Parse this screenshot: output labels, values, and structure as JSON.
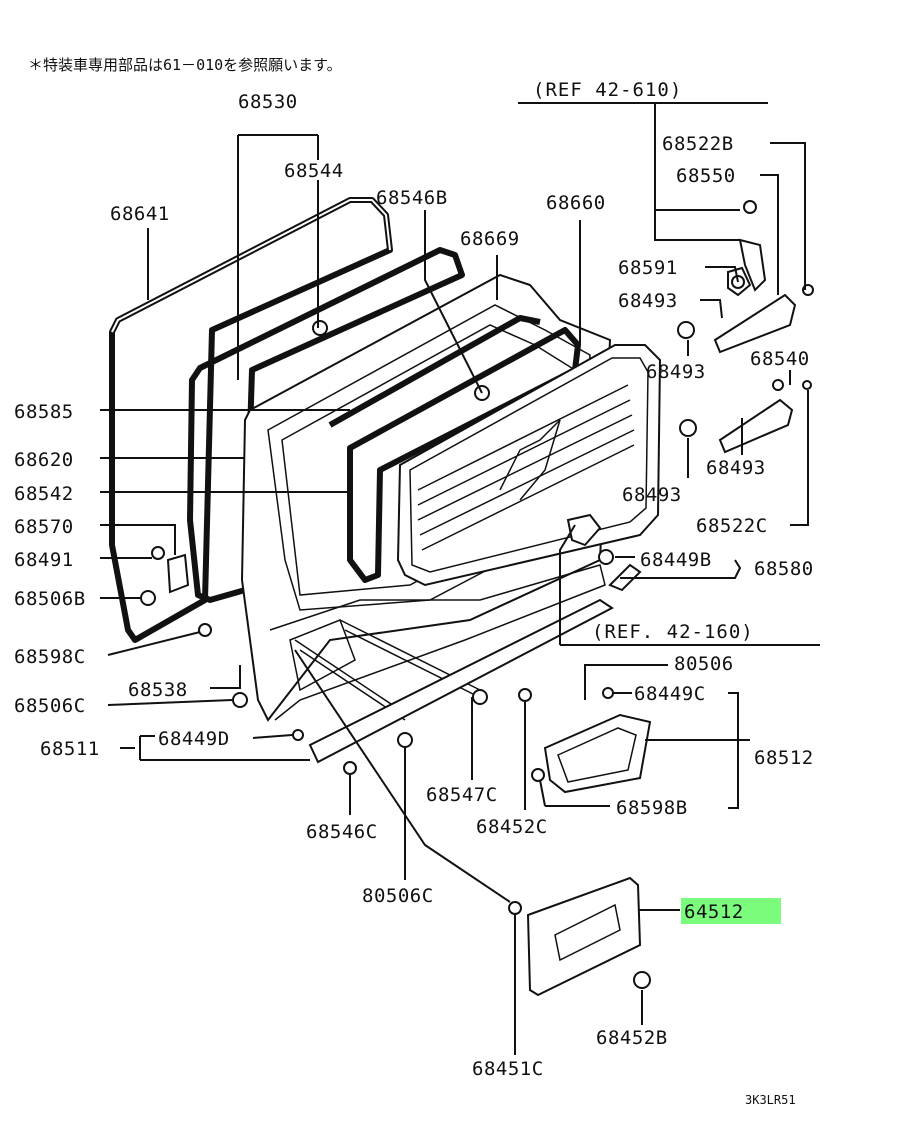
{
  "header_note": "＊特装車専用部品は61－010を参照願います。",
  "refs": {
    "top": "(REF  42-610)",
    "mid": "(REF.  42-160)"
  },
  "labels": {
    "p68530": "68530",
    "p68544": "68544",
    "p68641": "68641",
    "p68546B": "68546B",
    "p68660": "68660",
    "p68669": "68669",
    "p68585": "68585",
    "p68620": "68620",
    "p68542": "68542",
    "p68570": "68570",
    "p68491": "68491",
    "p68506B": "68506B",
    "p68598C": "68598C",
    "p68538": "68538",
    "p68506C": "68506C",
    "p68511": "68511",
    "p68449D": "68449D",
    "p68547C": "68547C",
    "p68546C": "68546C",
    "p68452C": "68452C",
    "p80506C": "80506C",
    "p68451C": "68451C",
    "p68522B": "68522B",
    "p68550": "68550",
    "p68591": "68591",
    "p68493a": "68493",
    "p68493b": "68493",
    "p68540": "68540",
    "p68493c": "68493",
    "p68493d": "68493",
    "p68522C": "68522C",
    "p68449B": "68449B",
    "p68580": "68580",
    "p80506": "80506",
    "p68449C": "68449C",
    "p68512": "68512",
    "p68598B": "68598B",
    "p64512": "64512",
    "p68452B": "68452B"
  },
  "highlight_color": "#7CFC7C",
  "diagram_code": "3K3LR51"
}
